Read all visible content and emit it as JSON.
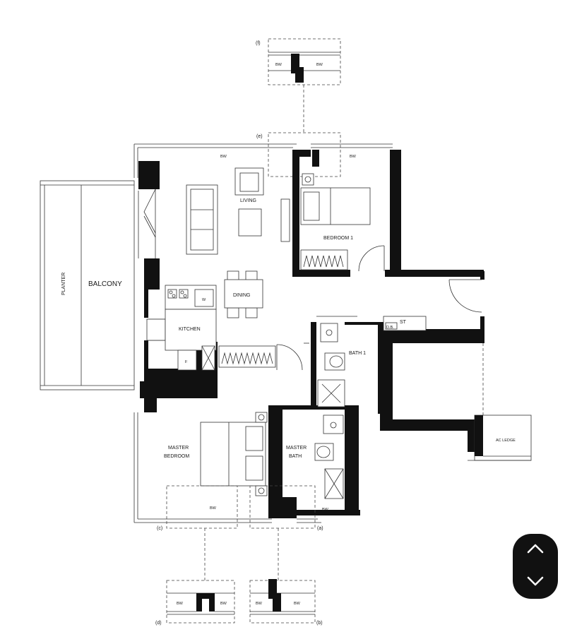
{
  "rooms": {
    "balcony": "BALCONY",
    "planter": "PLANTER",
    "living": "LIVING",
    "dining": "DINING",
    "kitchen": "KITCHEN",
    "bedroom1": "BEDROOM 1",
    "bath1": "BATH 1",
    "master_bedroom_line1": "MASTER",
    "master_bedroom_line2": "BEDROOM",
    "master_bath_line1": "MASTER",
    "master_bath_line2": "BATH",
    "ac_ledge": "AC LEDGE",
    "store": "ST",
    "db": "D.B."
  },
  "fixtures": {
    "washer": "W",
    "fridge": "F",
    "bay_window": "BW"
  },
  "details": {
    "a": "(a)",
    "b": "(b)",
    "c": "(c)",
    "d": "(d)",
    "e": "(e)",
    "f": "(f)"
  },
  "icons": {
    "scroll_up": "chevron-up-icon",
    "scroll_down": "chevron-down-icon"
  },
  "colors": {
    "wall": "#111111",
    "control": "#111111"
  }
}
